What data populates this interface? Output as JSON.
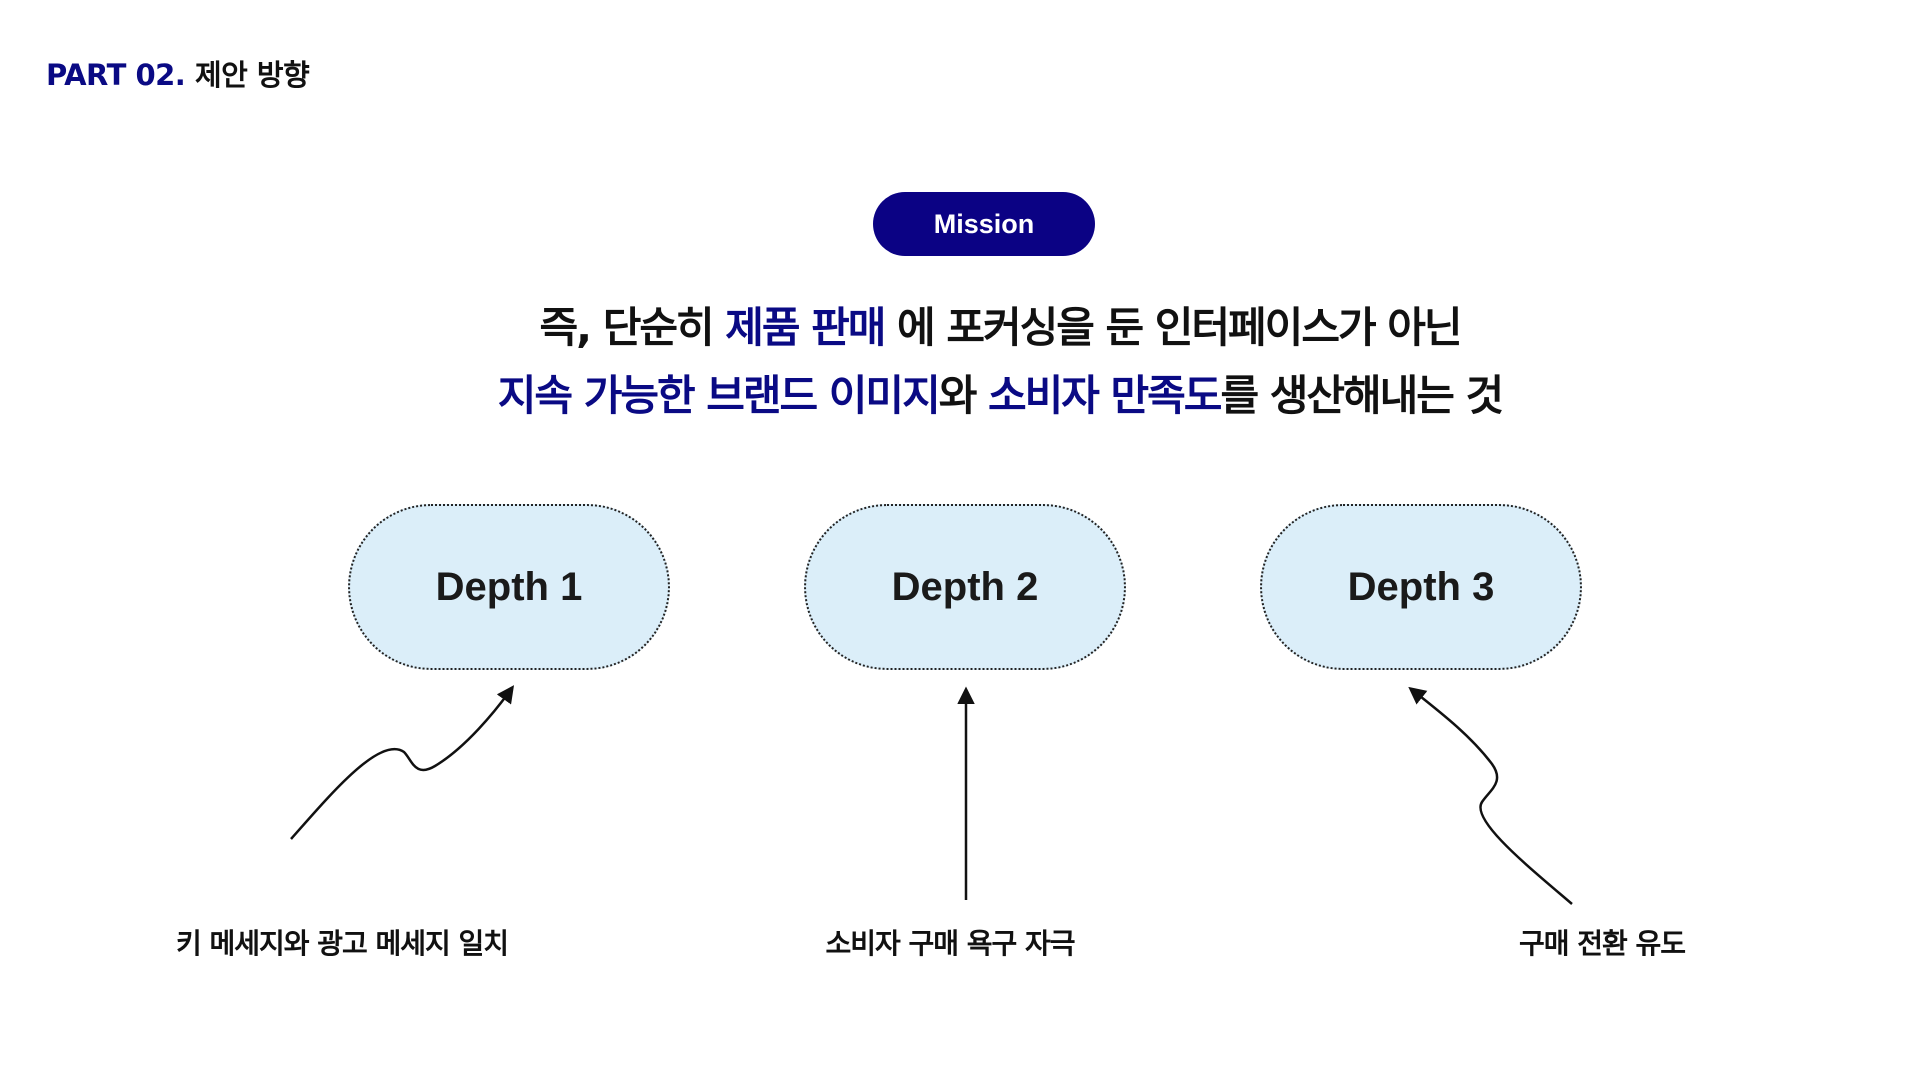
{
  "header": {
    "part_number": "PART 02.",
    "part_title": "제안 방향"
  },
  "mission_badge": "Mission",
  "headline": {
    "line1": [
      {
        "text": "즉, 단순히 ",
        "highlight": false
      },
      {
        "text": "제품 판매",
        "highlight": true
      },
      {
        "text": " 에 포커싱을 둔 인터페이스가 아닌",
        "highlight": false
      }
    ],
    "line2": [
      {
        "text": "지속 가능한 브랜드 이미지",
        "highlight": true
      },
      {
        "text": "와 ",
        "highlight": false
      },
      {
        "text": "소비자 만족도",
        "highlight": true
      },
      {
        "text": "를 생산해내는 것",
        "highlight": false
      }
    ]
  },
  "depths": [
    {
      "title": "Depth 1",
      "description": "키 메세지와 광고 메세지 일치"
    },
    {
      "title": "Depth 2",
      "description": "소비자 구매 욕구 자극"
    },
    {
      "title": "Depth 3",
      "description": "구매 전환 유도"
    }
  ],
  "colors": {
    "accent": "#0b0284",
    "depth_fill": "#dbeef9"
  }
}
